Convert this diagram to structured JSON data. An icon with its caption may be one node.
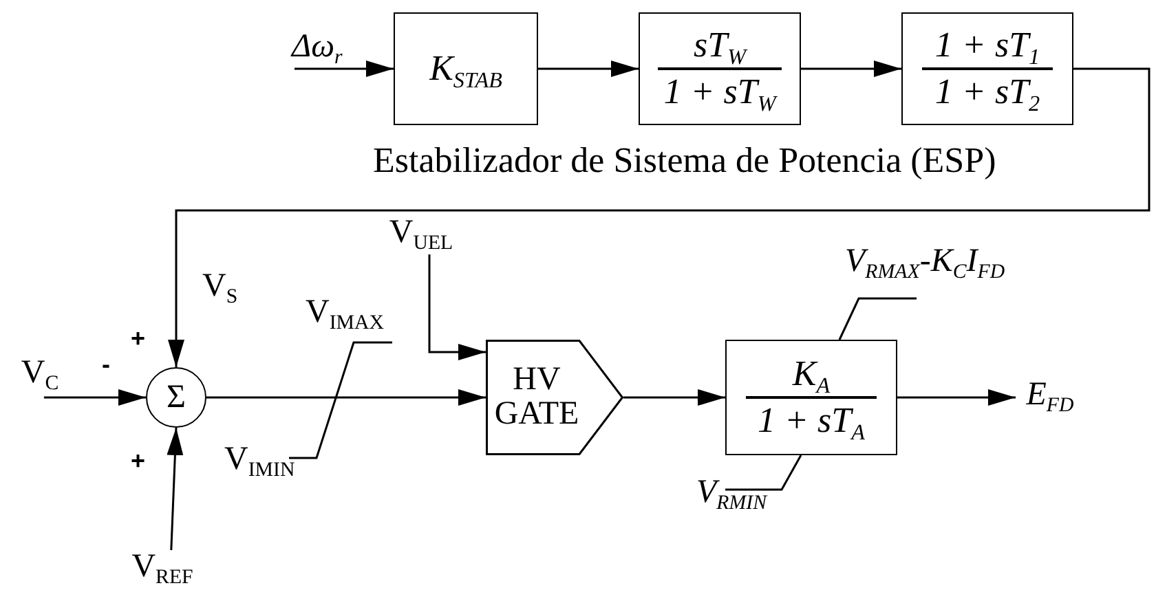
{
  "diagram": {
    "nodes": [
      {
        "text": [
          "Δω$_{r}$"
        ]
      },
      {
        "text": [
          "K$_{STAB}$"
        ]
      },
      {
        "text": [
          "sT$_{W}$",
          "1 + sT$_{W}$"
        ]
      },
      {
        "text": [
          "1 + sT$_{1}$",
          "1 + sT$_{2}$"
        ]
      },
      {
        "text": [
          "Σ"
        ]
      },
      {
        "text": [
          "V$_{C}$"
        ]
      },
      {
        "text": [
          "V$_{REF}$"
        ]
      },
      {
        "text": [
          "V$_{UEL}$"
        ]
      },
      {
        "text": [
          "HV GATE"
        ]
      },
      {
        "text": [
          "K$_{A}$",
          "1 + sT$_{A}$"
        ]
      },
      {
        "text": [
          "E$_{FD}$"
        ]
      }
    ],
    "edges": [
      {
        "from": 0,
        "to": 1,
        "arrow": "to"
      },
      {
        "from": 1,
        "to": 2,
        "arrow": "to"
      },
      {
        "from": 2,
        "to": 3,
        "arrow": "to"
      },
      {
        "from": 3,
        "to": 4,
        "arrow": "to"
      },
      {
        "from": 5,
        "to": 4,
        "arrow": "to"
      },
      {
        "from": 6,
        "to": 4,
        "arrow": "to"
      },
      {
        "from": 4,
        "to": 8,
        "arrow": "to"
      },
      {
        "from": 7,
        "to": 8,
        "arrow": "to"
      },
      {
        "from": 8,
        "to": 9,
        "arrow": "to"
      },
      {
        "from": 9,
        "to": 10,
        "arrow": "to"
      }
    ],
    "labels": [
      "Estabilizador de Sistema de Potencia (ESP)",
      "V$_{S}$",
      "V$_{IMAX}$",
      "V$_{RMAX}$-K$_{C}$I$_{FD}$",
      "+",
      "-",
      "V$_{IMIN}$",
      "+",
      "V$_{RMIN}$"
    ]
  }
}
